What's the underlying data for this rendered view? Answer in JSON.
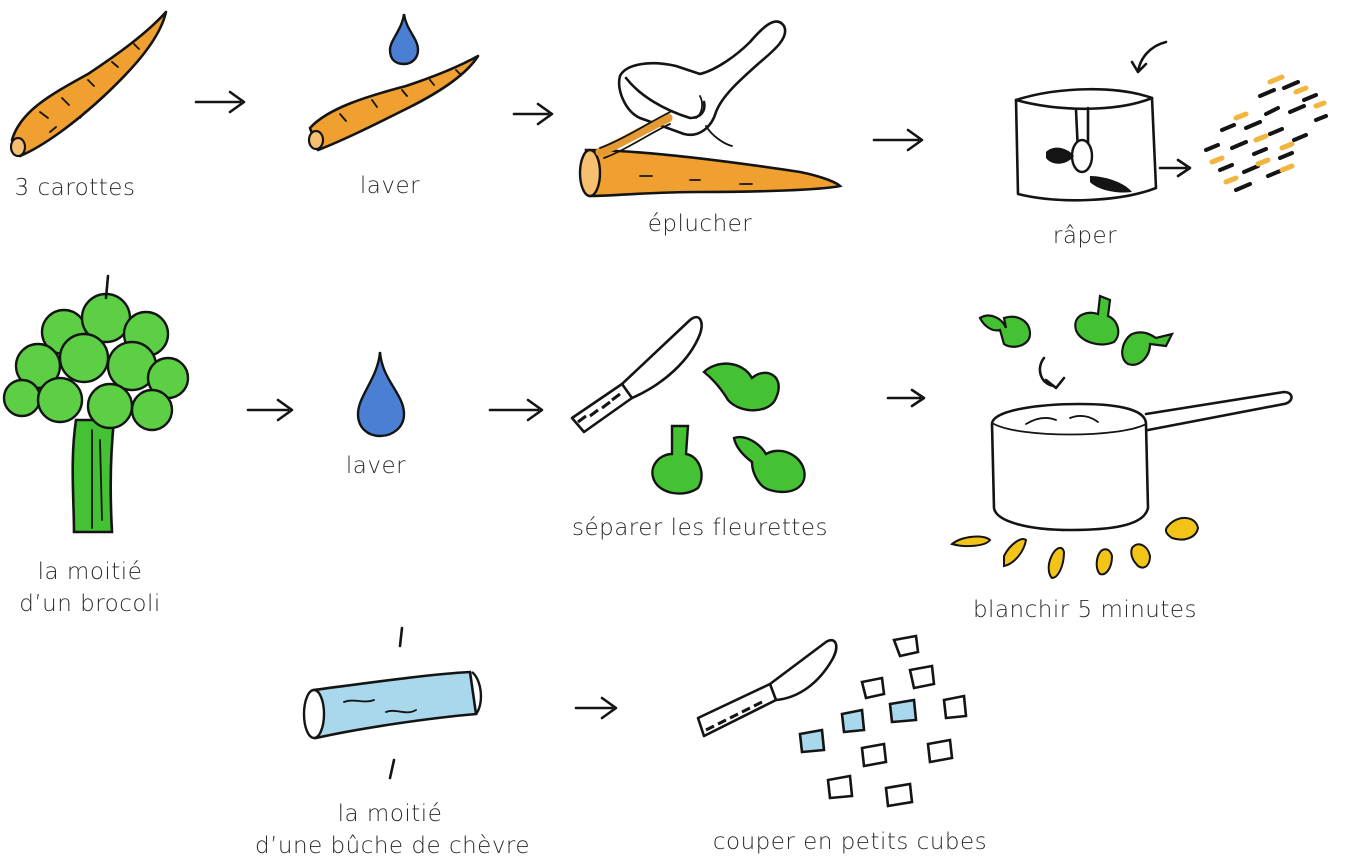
{
  "colors": {
    "ink": "#141414",
    "carrot": "#f0a030",
    "broccoli": "#44c233",
    "water": "#4a7fd4",
    "flame": "#f2c418",
    "cheese": "#a9d8ec"
  },
  "icons": [
    "carrot-icon",
    "water-drop-icon",
    "peeler-icon",
    "food-processor-icon",
    "grated-carrot-icon",
    "broccoli-icon",
    "knife-icon",
    "floret-icon",
    "saucepan-icon",
    "flame-icon",
    "goat-cheese-log-icon",
    "cheese-cube-icon",
    "arrow-icon"
  ],
  "labels": {
    "carrots": "3 carottes",
    "wash_carrot": "laver",
    "peel": "éplucher",
    "grate": "râper",
    "broccoli_line1": "la moitié",
    "broccoli_line2": "d’un brocoli",
    "wash_broccoli": "laver",
    "separate": "séparer les fleurettes",
    "blanch": "blanchir 5 minutes",
    "cheese_line1": "la moitié",
    "cheese_line2": "d’une bûche de chèvre",
    "cut": "couper en petits cubes"
  }
}
